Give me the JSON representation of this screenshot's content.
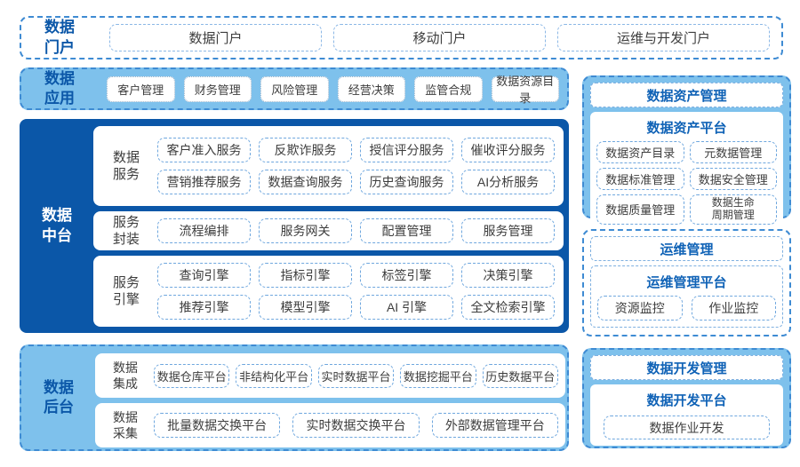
{
  "colors": {
    "dark_blue": "#0b57a8",
    "light_blue": "#7ec1ec",
    "border_blue": "#3e8bd3",
    "pill_border": "#6fa7de",
    "title_blue": "#0f62b6",
    "text_dark": "#3d3d3d"
  },
  "portal": {
    "label": "数据\n门户",
    "pills": [
      "数据门户",
      "移动门户",
      "运维与开发门户"
    ]
  },
  "apps": {
    "label": "数据\n应用",
    "pills": [
      "客户管理",
      "财务管理",
      "风险管理",
      "经营决策",
      "监管合规",
      "数据资源目录"
    ]
  },
  "mid": {
    "label": "数据\n中台",
    "sections": [
      {
        "label": "数据\n服务",
        "pills": [
          "客户准入服务",
          "反欺诈服务",
          "授信评分服务",
          "催收评分服务",
          "营销推荐服务",
          "数据查询服务",
          "历史查询服务",
          "AI分析服务"
        ]
      },
      {
        "label": "服务\n封装",
        "pills": [
          "流程编排",
          "服务网关",
          "配置管理",
          "服务管理"
        ]
      },
      {
        "label": "服务\n引擎",
        "pills": [
          "查询引擎",
          "指标引擎",
          "标签引擎",
          "决策引擎",
          "推荐引擎",
          "模型引擎",
          "AI 引擎",
          "全文检索引擎"
        ]
      }
    ]
  },
  "backend": {
    "label": "数据\n后台",
    "sections": [
      {
        "label": "数据\n集成",
        "pills": [
          "数据仓库平台",
          "非结构化平台",
          "实时数据平台",
          "数据挖掘平台",
          "历史数据平台"
        ]
      },
      {
        "label": "数据\n采集",
        "pills": [
          "批量数据交换平台",
          "实时数据交换平台",
          "外部数据管理平台"
        ]
      }
    ]
  },
  "right": {
    "asset": {
      "title": "数据资产管理",
      "platform": "数据资产平台",
      "pills": [
        "数据资产目录",
        "元数据管理",
        "数据标准管理",
        "数据安全管理",
        "数据质量管理",
        "数据生命\n周期管理"
      ]
    },
    "ops": {
      "title": "运维管理",
      "platform": "运维管理平台",
      "pills": [
        "资源监控",
        "作业监控"
      ]
    },
    "dev": {
      "title": "数据开发管理",
      "platform": "数据开发平台",
      "pills": [
        "数据作业开发"
      ]
    }
  }
}
